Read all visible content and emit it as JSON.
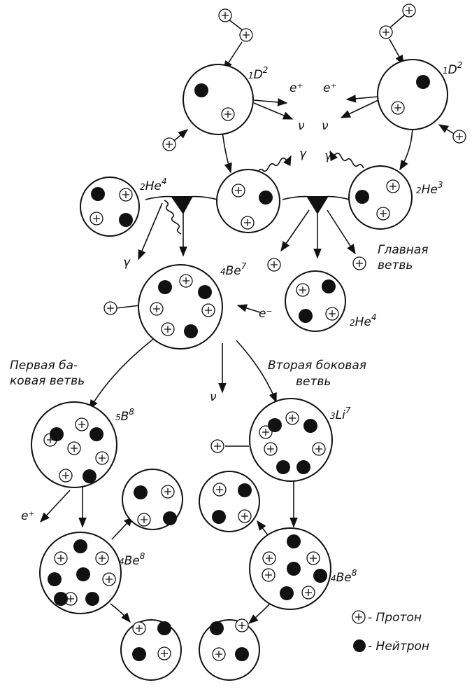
{
  "labels": {
    "d2_left": {
      "sub": "1",
      "sym": "D",
      "sup": "2"
    },
    "d2_right": {
      "sub": "1",
      "sym": "D",
      "sup": "2"
    },
    "he4_top": {
      "sub": "2",
      "sym": "He",
      "sup": "4"
    },
    "he3": {
      "sub": "2",
      "sym": "He",
      "sup": "3"
    },
    "be7": {
      "sub": "4",
      "sym": "Be",
      "sup": "7"
    },
    "he4_mid": {
      "sub": "2",
      "sym": "He",
      "sup": "4"
    },
    "b8": {
      "sub": "5",
      "sym": "B",
      "sup": "8"
    },
    "li7": {
      "sub": "3",
      "sym": "Li",
      "sup": "7"
    },
    "be8_left": {
      "sub": "4",
      "sym": "Be",
      "sup": "8"
    },
    "be8_right": {
      "sub": "4",
      "sym": "Be",
      "sup": "8"
    }
  },
  "particles": {
    "positron": "e⁺",
    "electron": "e⁻",
    "neutrino": "ν",
    "gamma": "γ"
  },
  "branches": {
    "main_line1": "Главная",
    "main_line2": "ветвь",
    "first_line1": "Первая ба-",
    "first_line2": "ковая ветвь",
    "second_line1": "Вторая боковая",
    "second_line2": "ветвь"
  },
  "legend": {
    "proton": "- Протон",
    "neutron": "- Нейтрон"
  }
}
